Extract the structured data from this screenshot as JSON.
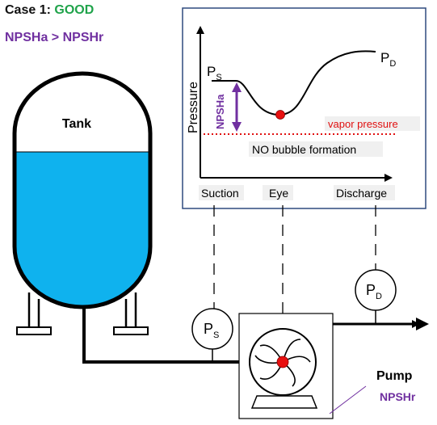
{
  "header": {
    "case_label": "Case 1:",
    "case_result": "GOOD",
    "condition": "NPSHa > NPSHr"
  },
  "tank": {
    "label": "Tank"
  },
  "chart": {
    "y_axis_label": "Pressure",
    "ps_label": "P",
    "ps_sub": "S",
    "pd_label": "P",
    "pd_sub": "D",
    "npsha_label": "NPSHa",
    "vapor_label": "vapor pressure",
    "bubble_label": "NO bubble formation",
    "x_labels": [
      "Suction",
      "Eye",
      "Discharge"
    ]
  },
  "gauges": {
    "suction": {
      "label": "P",
      "sub": "S"
    },
    "discharge": {
      "label": "P",
      "sub": "D"
    }
  },
  "pump": {
    "label": "Pump",
    "npshr_label": "NPSHr"
  },
  "colors": {
    "water": "#0fb2ee",
    "good": "#1fa34a",
    "purple": "#7030a0",
    "vapor": "#e01010",
    "frame": "#2f4a7e",
    "eye_dot": "#e81010"
  }
}
